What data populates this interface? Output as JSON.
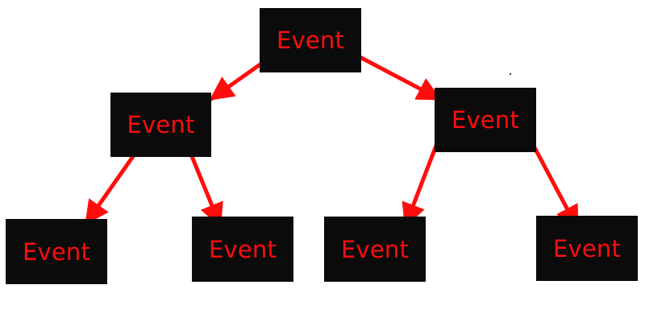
{
  "colors": {
    "background": "#ffffff",
    "node_fill": "#0b0b0b",
    "node_text": "#ff0d0d",
    "edge": "#ff0d0d"
  },
  "nodes": [
    {
      "id": "root",
      "label": "Event"
    },
    {
      "id": "left",
      "label": "Event"
    },
    {
      "id": "right",
      "label": "Event"
    },
    {
      "id": "left-left",
      "label": "Event"
    },
    {
      "id": "left-right",
      "label": "Event"
    },
    {
      "id": "right-left",
      "label": "Event"
    },
    {
      "id": "right-right",
      "label": "Event"
    }
  ],
  "edges": [
    {
      "from": "root",
      "to": "left"
    },
    {
      "from": "root",
      "to": "right"
    },
    {
      "from": "left",
      "to": "left-left"
    },
    {
      "from": "left",
      "to": "left-right"
    },
    {
      "from": "right",
      "to": "right-left"
    },
    {
      "from": "right",
      "to": "right-right"
    }
  ]
}
